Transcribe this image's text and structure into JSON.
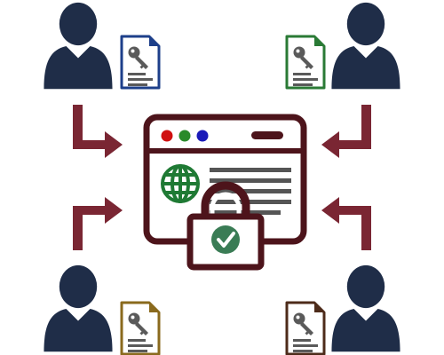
{
  "colors": {
    "background": "#ffffff",
    "person": "#1f2d48",
    "arrow": "#7a2633",
    "window": "#4d141b",
    "window_dark": "#4d141b",
    "dot_red": "#d01010",
    "dot_green": "#2a8a2a",
    "dot_blue": "#1a1ab8",
    "globe": "#1f7a34",
    "text_lines": "#555555",
    "lock": "#4d141b",
    "lock_badge": "#3a7c55",
    "doc_gray": "#5a5a5a"
  },
  "participants": [
    {
      "position": "top-left",
      "doc_color": "#1d3f8a",
      "doc_side": "right"
    },
    {
      "position": "top-right",
      "doc_color": "#2a7a35",
      "doc_side": "left"
    },
    {
      "position": "bottom-left",
      "doc_color": "#8a6a1d",
      "doc_side": "right"
    },
    {
      "position": "bottom-right",
      "doc_color": "#4d2b1a",
      "doc_side": "left"
    }
  ],
  "icons": {
    "person": "person-icon",
    "document": "key-document-icon",
    "arrow": "bent-arrow-icon",
    "browser": "browser-window-icon",
    "globe": "globe-icon",
    "lock": "padlock-icon",
    "check": "checkmark-icon"
  }
}
